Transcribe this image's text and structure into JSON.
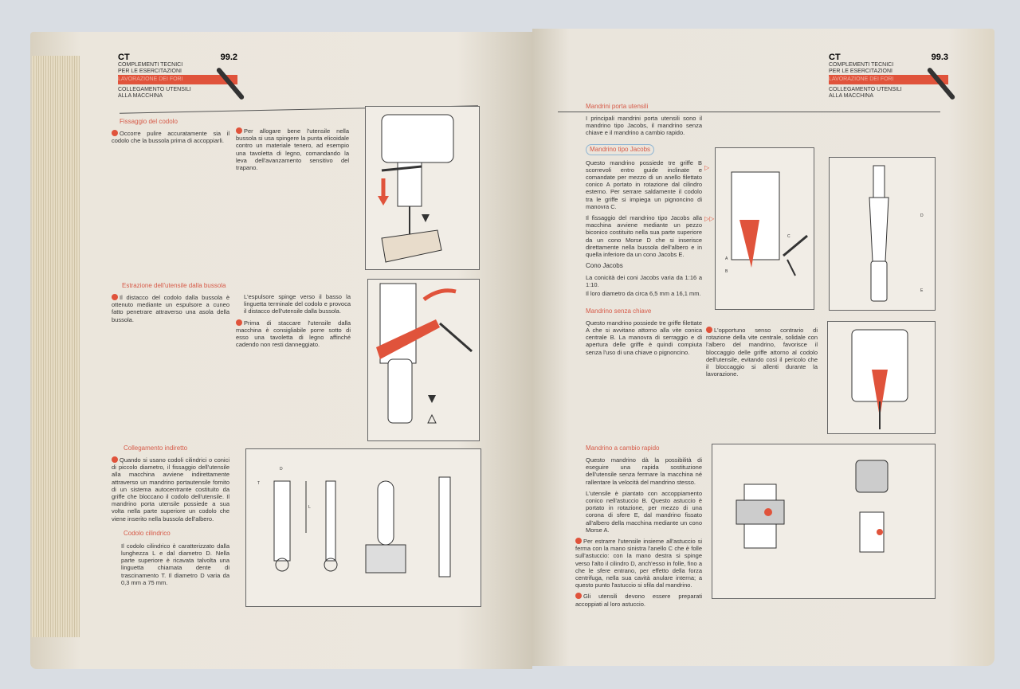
{
  "left_page": {
    "header": {
      "code": "CT",
      "page": "99.2",
      "line1": "COMPLEMENTI TECNICI",
      "line2": "PER LE ESERCITAZIONI",
      "highlight": "LAVORAZIONE DEI FORI",
      "line3": "COLLEGAMENTO UTENSILI",
      "line4": "ALLA MACCHINA"
    },
    "sections": [
      {
        "heading": "Fissaggio del codolo",
        "col1": "Occorre pulire accuratamente sia il codolo che la bussola prima di accoppiarli.",
        "col2": "Per allogare bene l'utensile nella bussola si usa spingere la punta elicoidale contro un materiale tenero, ad esempio una tavoletta di legno, comandando la leva dell'avanzamento sensitivo del trapano."
      },
      {
        "heading": "Estrazione dell'utensile dalla bussola",
        "col1": "Il distacco del codolo dalla bussola è ottenuto mediante un espulsore a cuneo fatto penetrare attraverso una asola della bussola.",
        "col2": "L'espulsore spinge verso il basso la linguetta terminale del codolo e provoca il distacco dell'utensile dalla bussola.",
        "col2b": "Prima di staccare l'utensile dalla macchina è consigliabile porre sotto di esso una tavoletta di legno affinché cadendo non resti danneggiato."
      },
      {
        "heading": "Collegamento indiretto",
        "col1": "Quando si usano codoli cilindrici o conici di piccolo diametro, il fissaggio dell'utensile alla macchina avviene indirettamente attraverso un mandrino portautensile fornito di un sistema autocentrante costituito da griffe che bloccano il codolo dell'utensile. Il mandrino porta utensile possiede a sua volta nella parte superiore un codolo che viene inserito nella bussola dell'albero."
      },
      {
        "heading": "Codolo cilindrico",
        "col1": "Il codolo cilindrico è caratterizzato dalla lunghezza L e dal diametro D. Nella parte superiore è ricavata talvolta una linguetta chiamata dente di trascinamento T. Il diametro D varia da 0,3 mm a 75 mm."
      }
    ],
    "figure_labels": {
      "d": "D",
      "t": "T",
      "l": "L"
    }
  },
  "right_page": {
    "header": {
      "code": "CT",
      "page": "99.3",
      "line1": "COMPLEMENTI TECNICI",
      "line2": "PER LE ESERCITAZIONI",
      "highlight": "LAVORAZIONE DEI FORI",
      "line3": "COLLEGAMENTO UTENSILI",
      "line4": "ALLA MACCHINA"
    },
    "sections": [
      {
        "heading": "Mandrini porta utensili",
        "text": "I principali mandrini porta utensili sono il mandrino tipo Jacobs, il mandrino senza chiave e il mandrino a cambio rapido."
      },
      {
        "heading": "Mandrino tipo Jacobs",
        "text": "Questo mandrino possiede tre griffe B scorrevoli entro guide inclinate e comandate per mezzo di un anello filettato conico A portato in rotazione dal cilindro esterno. Per serrare saldamente il codolo tra le griffe si impiega un pignoncino di manovra C.",
        "text2": "Il fissaggio del mandrino tipo Jacobs alla macchina avviene mediante un pezzo biconico costituito nella sua parte superiore da un cono Morse D che si inserisce direttamente nella bussola dell'albero e in quella inferiore da un cono Jacobs E."
      },
      {
        "heading": "Cono Jacobs",
        "text": "La conicità dei coni Jacobs varia da 1:16 a 1:10.",
        "text2": "Il loro diametro da circa 6,5 mm a 16,1 mm."
      },
      {
        "heading": "Mandrino senza chiave",
        "text": "Questo mandrino possiede tre griffe filettate A che si avvitano attorno alla vite conica centrale B. La manovra di serraggio e di apertura delle griffe è quindi compiuta senza l'uso di una chiave o pignoncino.",
        "note": "L'opportuno senso contrario di rotazione della vite centrale, solidale con l'albero del mandrino, favorisce il bloccaggio delle griffe attorno al codolo dell'utensile, evitando così il pericolo che il bloccaggio si allenti durante la lavorazione."
      },
      {
        "heading": "Mandrino a cambio rapido",
        "text": "Questo mandrino dà la possibilità di eseguire una rapida sostituzione dell'utensile senza fermare la macchina né rallentare la velocità del mandrino stesso.",
        "text2": "L'utensile è piantato con accoppiamento conico nell'astuccio B. Questo astuccio è portato in rotazione, per mezzo di una corona di sfere E, dal mandrino fissato all'albero della macchina mediante un cono Morse A.",
        "text3": "Per estrarre l'utensile insieme all'astuccio si ferma con la mano sinistra l'anello C che è folle sull'astuccio: con la mano destra si spinge verso l'alto il cilindro D, anch'esso in folle, fino a che le sfere entrano, per effetto della forza centrifuga, nella sua cavità anulare interna; a questo punto l'astuccio si sfila dal mandrino.",
        "text4": "Gli utensili devono essere preparati accoppiati al loro astuccio."
      }
    ],
    "figure_labels": {
      "a": "A",
      "b": "B",
      "c": "C",
      "d": "D",
      "e": "E"
    }
  },
  "colors": {
    "accent": "#e0533b",
    "paper": "#ebe6dc",
    "background": "#d9dde3"
  }
}
